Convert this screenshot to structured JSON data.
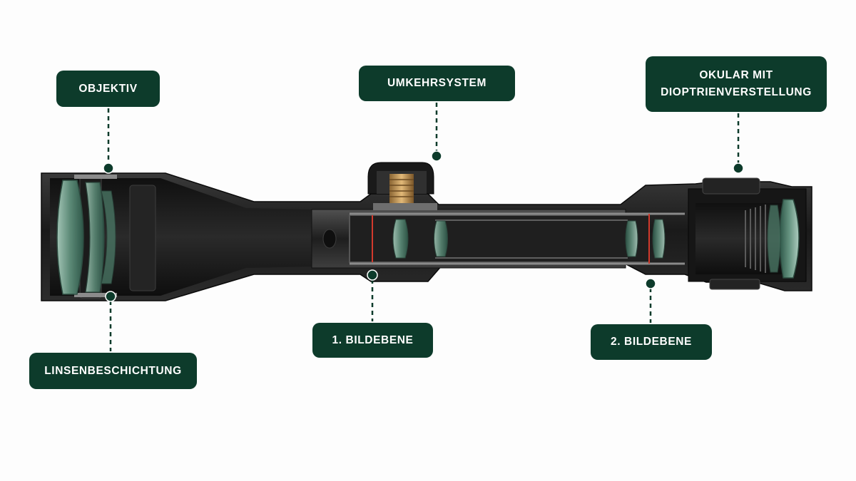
{
  "callouts": {
    "objektiv": "OBJEKTIV",
    "umkehrsystem": "UMKEHRSYSTEM",
    "okular_line1": "OKULAR MIT",
    "okular_line2": "DIOPTRIENVERSTELLUNG",
    "linsenbeschichtung": "LINSENBESCHICHTUNG",
    "bildebene_1": "1. BILDEBENE",
    "bildebene_2": "2. BILDEBENE"
  },
  "colors": {
    "callout_background": "#0d3b2b",
    "callout_text": "#ffffff",
    "leader_line": "#0d3b2b",
    "scope_body": "#1c1c1c",
    "lens_glass": "#5f8f7b",
    "turret_brass": "#c99a55",
    "image_plane_marker": "#d33a2c"
  }
}
